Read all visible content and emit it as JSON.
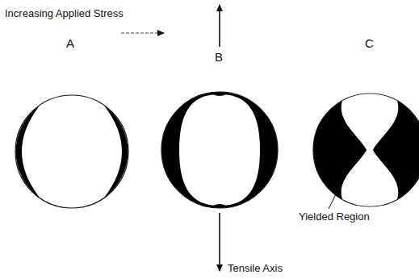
{
  "diagram": {
    "labels": [
      "Increasing Applied Stress",
      "A",
      "B",
      "C",
      "Yielded Region",
      "Tensile Axis"
    ]
  }
}
